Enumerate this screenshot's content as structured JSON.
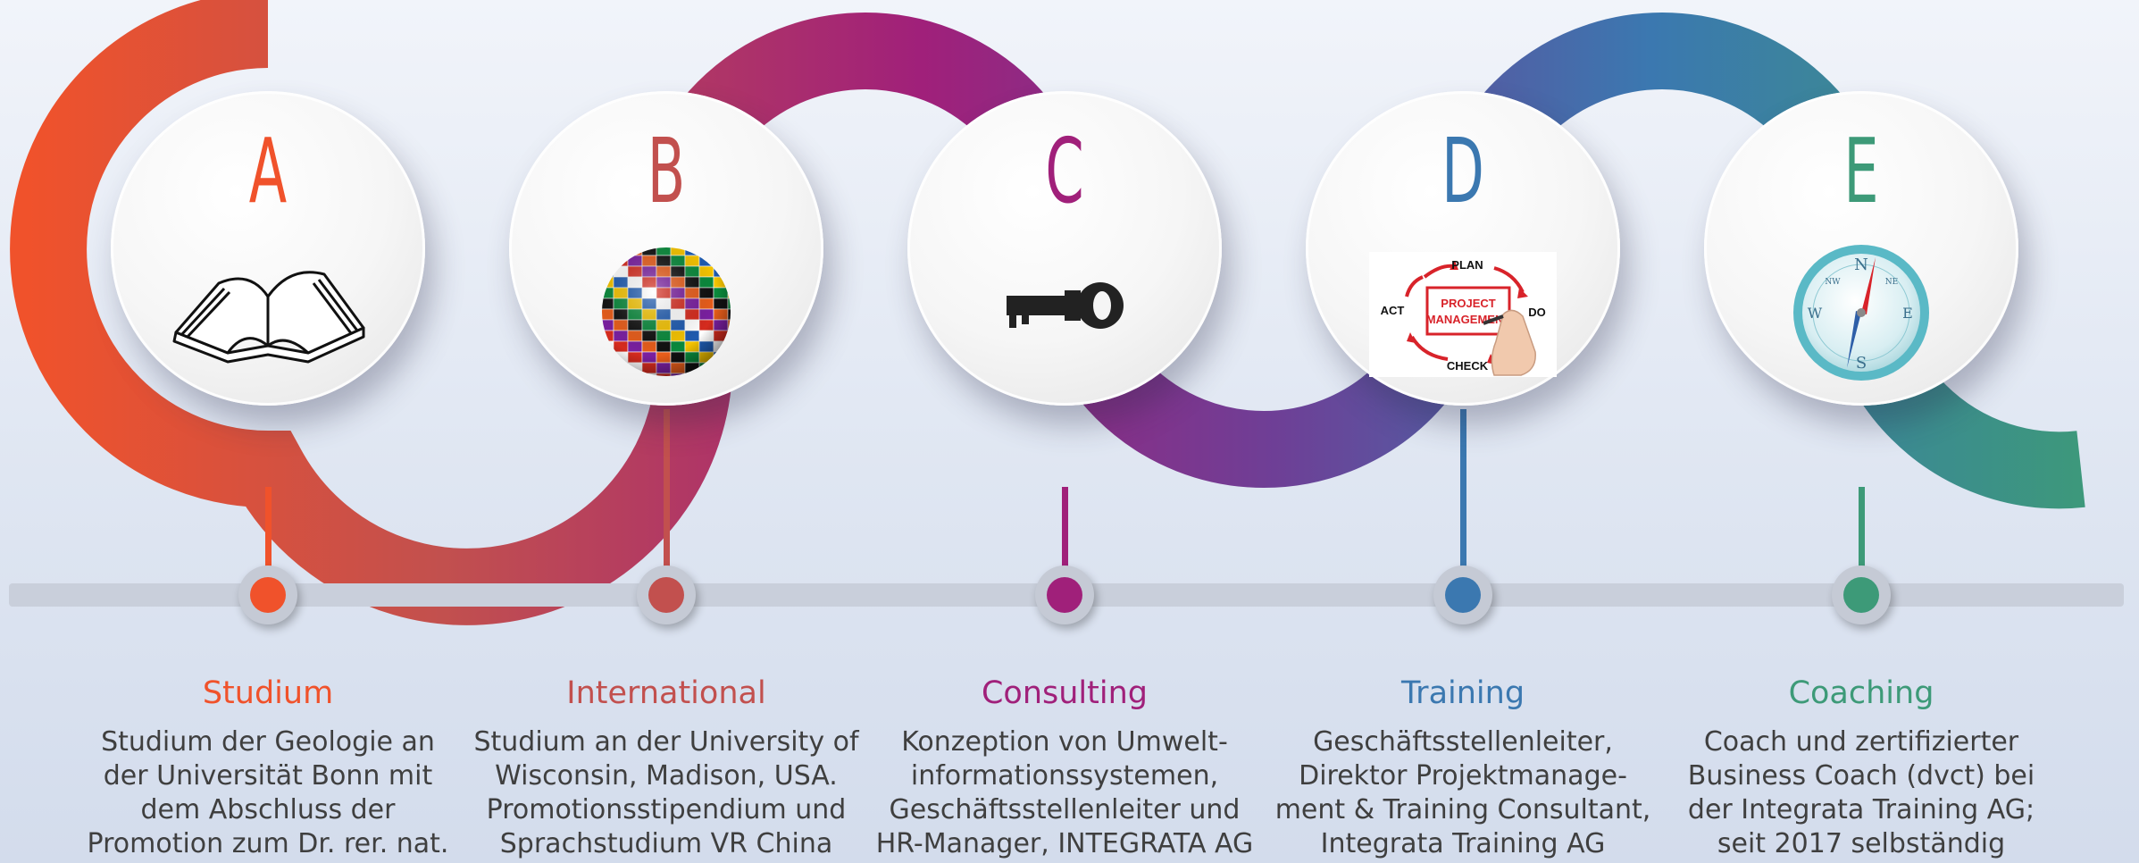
{
  "stages": [
    {
      "letter": "A",
      "title": "Studium",
      "desc": [
        "Studium der Geologie an",
        "der Universität Bonn mit",
        "dem Abschluss der",
        "Promotion zum Dr. rer. nat."
      ],
      "color": "#f0522b",
      "icon": "open-book-icon"
    },
    {
      "letter": "B",
      "title": "International",
      "desc": [
        "Studium an der University of",
        "Wisconsin, Madison, USA.",
        "Promotionsstipendium und",
        "Sprachstudium VR China"
      ],
      "color": "#c2504e",
      "icon": "flag-globe-icon"
    },
    {
      "letter": "C",
      "title": "Consulting",
      "desc": [
        "Konzeption von Umwelt-",
        "informationssystemen,",
        "Geschäftsstellenleiter und",
        "HR-Manager, INTEGRATA AG"
      ],
      "color": "#a0207a",
      "icon": "key-icon"
    },
    {
      "letter": "D",
      "title": "Training",
      "desc": [
        "Geschäftsstellenleiter,",
        "Direktor Projektmanage-",
        "ment & Training Consultant,",
        "Integrata Training AG"
      ],
      "color": "#3b78b0",
      "icon": "pdca-cycle-icon",
      "pdca": {
        "plan": "PLAN",
        "do": "DO",
        "check": "CHECK",
        "act": "ACT",
        "center_line1": "PROJECT",
        "center_line2": "MANAGEMENT"
      }
    },
    {
      "letter": "E",
      "title": "Coaching",
      "desc": [
        "Coach und zertifizierter",
        "Business Coach (dvct) bei",
        "der Integrata Training AG;",
        "seit 2017 selbständig"
      ],
      "color": "#3d9a78",
      "icon": "compass-icon",
      "compass": {
        "n": "N",
        "e": "E",
        "s": "S",
        "w": "W",
        "nw": "NW",
        "ne": "NE"
      }
    }
  ],
  "ribbon_colors": [
    "#f0522b",
    "#c2504e",
    "#a0207a",
    "#6e3f96",
    "#3b78b0",
    "#3d9a78"
  ],
  "timeline_color": "#c9cfdb"
}
